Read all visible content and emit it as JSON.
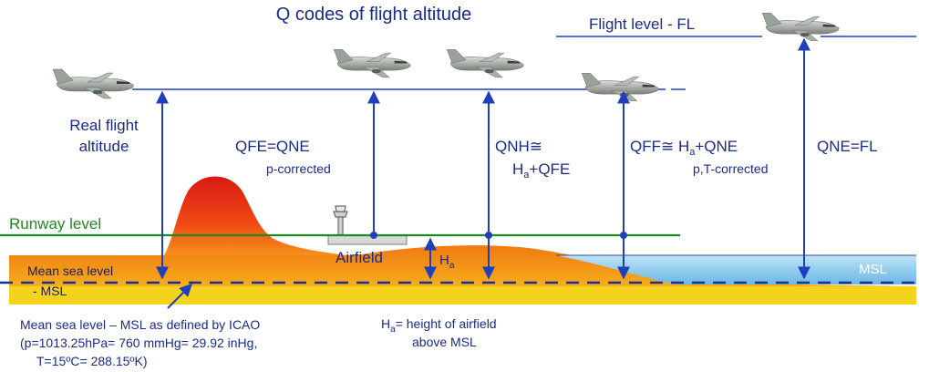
{
  "title": "Q codes of flight altitude",
  "labels": {
    "flight_level": "Flight level - FL",
    "real_flight_altitude_1": "Real flight",
    "real_flight_altitude_2": "altitude",
    "qfe": "QFE=QNE",
    "qfe_sub": "p-corrected",
    "qnh_1": "QNH≅",
    "qnh_2_h": "H",
    "qnh_2_sub": "a",
    "qnh_2_rest": "+QFE",
    "qff_a": "QFF≅ H",
    "qff_sub": "a",
    "qff_b": "+QNE",
    "qff_note": "p,T-corrected",
    "qne_fl": "QNE=FL",
    "runway_level": "Runway level",
    "airfield": "Airfield",
    "ha_h": "H",
    "ha_sub": "a",
    "msl_left_1": "Mean sea level",
    "msl_left_2": "- MSL",
    "msl_right": "MSL"
  },
  "notes": {
    "icao_1": "Mean sea level – MSL as defined by ICAO",
    "icao_2": "(p=1013.25hPa= 760 mmHg= 29.92 inHg,",
    "icao_3": "T=15ºC= 288.15ºK)",
    "ha_def_h": "H",
    "ha_def_sub": "a",
    "ha_def_rest": "= height of airfield",
    "ha_def_2": "above MSL"
  },
  "colors": {
    "blue": "#1f3fbf",
    "green": "#1f8a1f",
    "sea": "#9fd4ef",
    "ground_top": "#f07a10",
    "ground_bottom": "#f7d020",
    "mountain": "#e0301a"
  }
}
